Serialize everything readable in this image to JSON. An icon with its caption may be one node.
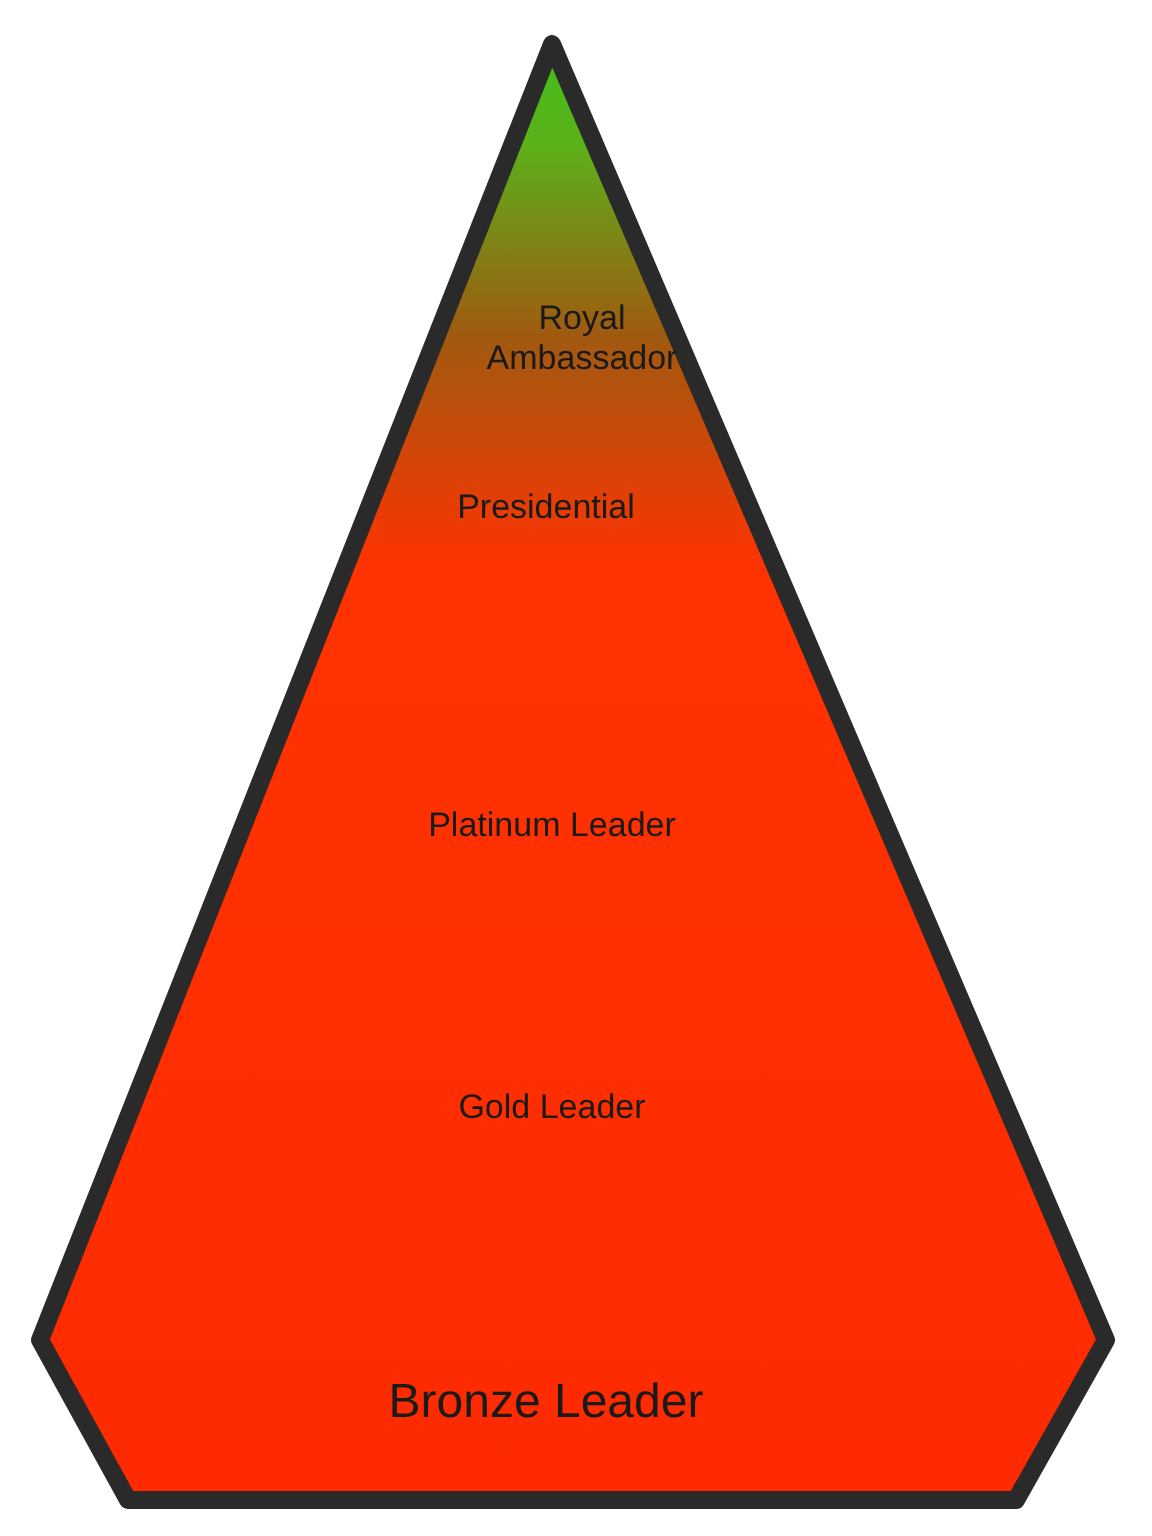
{
  "diagram": {
    "nodes": [
      {
        "text": [
          "Royal Ambassador",
          "Presidential",
          "Platinum Leader",
          "Gold Leader",
          "Bronze Leader"
        ]
      }
    ]
  }
}
